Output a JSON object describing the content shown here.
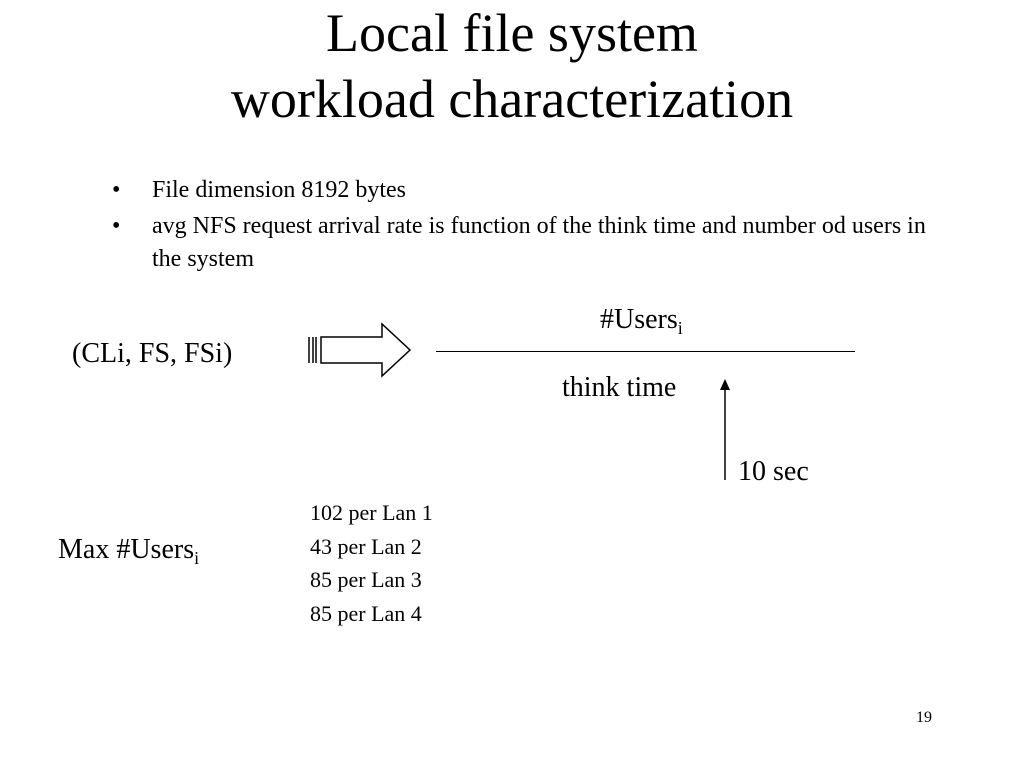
{
  "title": {
    "line1": "Local file system",
    "line2": "workload characterization"
  },
  "bullets": [
    {
      "symbol": "•",
      "text": "File dimension 8192 bytes"
    },
    {
      "symbol": "•",
      "text": "avg NFS request arrival rate is function of the think time and number od users in the system"
    }
  ],
  "diagram": {
    "tuple": "(CLi, FS, FSi)",
    "numerator": {
      "text": "#Users",
      "subscript": "i"
    },
    "denominator": "think time",
    "think_time_value": "10 sec"
  },
  "max_users": {
    "label": "Max #Users",
    "subscript": "i",
    "per_lan": [
      "102 per Lan 1",
      "43 per Lan 2",
      "85 per Lan 3",
      "85 per Lan 4"
    ]
  },
  "page_number": "19"
}
